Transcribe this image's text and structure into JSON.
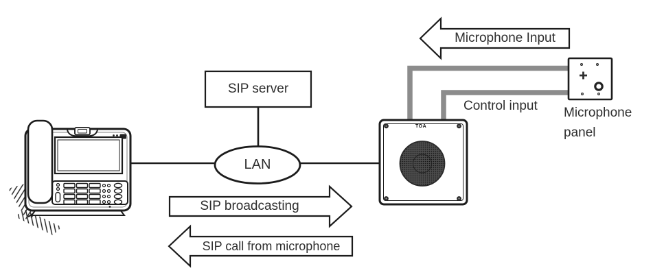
{
  "colors": {
    "line": "#1c1c1c",
    "cable": "#8c8c8c",
    "text": "#2e2e2e",
    "background": "#ffffff",
    "grille_dark": "#3d3d3d"
  },
  "nodes": {
    "sip_server": {
      "label": "SIP server"
    },
    "lan": {
      "label": "LAN"
    },
    "speaker": {
      "logo": "TOA"
    },
    "microphone_panel": {
      "caption": "Microphone panel"
    }
  },
  "labels": {
    "control_input": "Control input"
  },
  "arrows": [
    {
      "id": "microphone-input",
      "label": "Microphone Input",
      "direction": "left"
    },
    {
      "id": "sip-broadcasting",
      "label": "SIP broadcasting",
      "direction": "right"
    },
    {
      "id": "sip-call-from-microphone",
      "label": "SIP call from microphone",
      "direction": "left"
    }
  ]
}
